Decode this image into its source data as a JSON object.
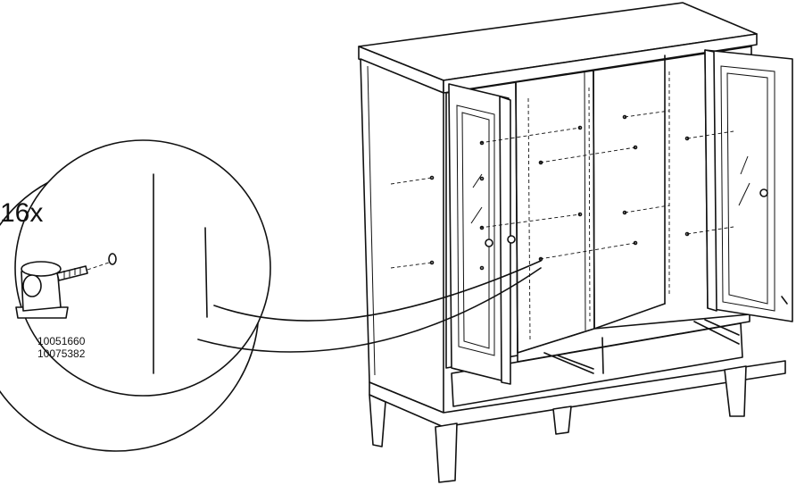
{
  "step": {
    "quantity": "16x",
    "part_numbers": [
      "10051660",
      "10075382"
    ],
    "part_icon": "shelf-pin-icon",
    "colors": {
      "line": "#111111",
      "background": "#ffffff"
    }
  }
}
